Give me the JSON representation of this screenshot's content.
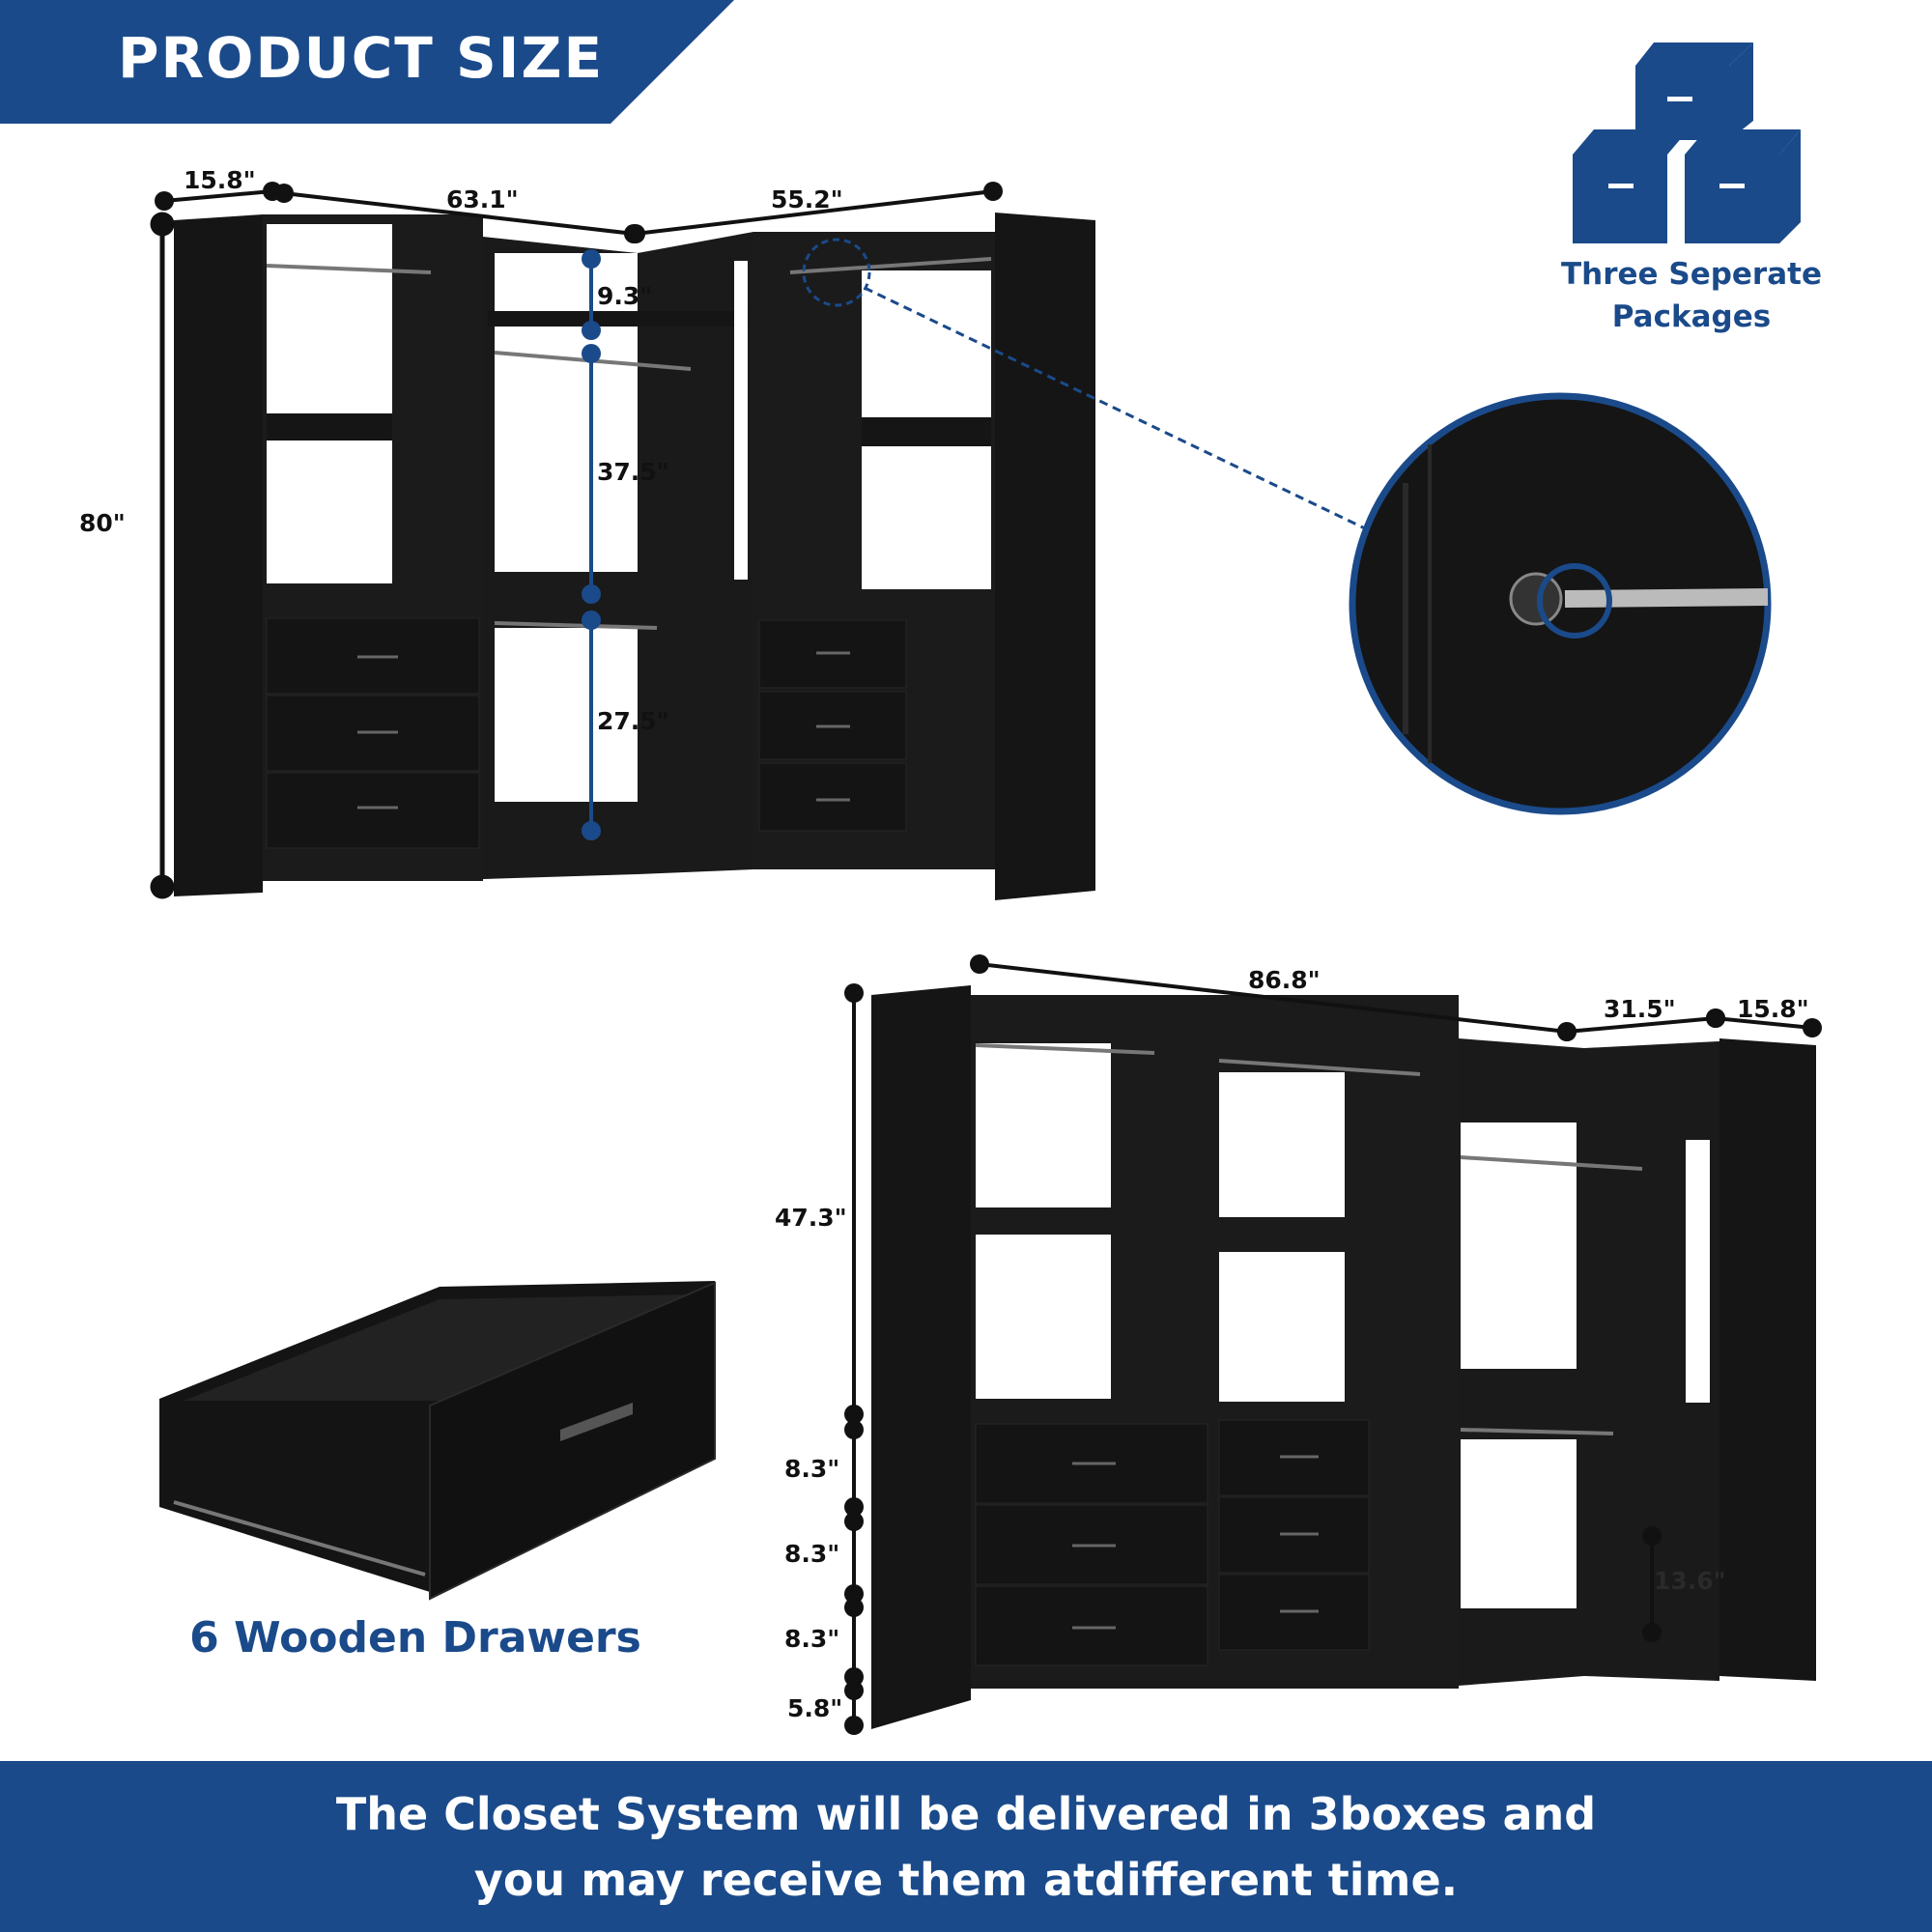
{
  "header": {
    "title": "PRODUCT SIZE"
  },
  "top_view": {
    "depth_left": "15.8\"",
    "width_left": "63.1\"",
    "width_right": "55.2\"",
    "height": "80\"",
    "top_shelf": "9.3\"",
    "upper_hanging": "37.5\"",
    "lower_hanging": "27.5\""
  },
  "packages": {
    "line1": "Three Seperate",
    "line2": "Packages",
    "icon": "stacked-boxes-icon"
  },
  "bottom_view": {
    "width_long": "86.8\"",
    "width_short": "31.5\"",
    "depth": "15.8\"",
    "upper_height": "47.3\"",
    "drawer_1": "8.3\"",
    "drawer_2": "8.3\"",
    "drawer_3": "8.3\"",
    "base": "5.8\"",
    "shelf_gap": "13.6\""
  },
  "drawer": {
    "caption": "6 Wooden Drawers"
  },
  "footer": {
    "line1": "The Closet System will be delivered in 3boxes and",
    "line2": "you may receive them atdifferent time."
  },
  "colors": {
    "brand": "#1a4a8a",
    "furniture": "#151515",
    "text": "#111111"
  }
}
